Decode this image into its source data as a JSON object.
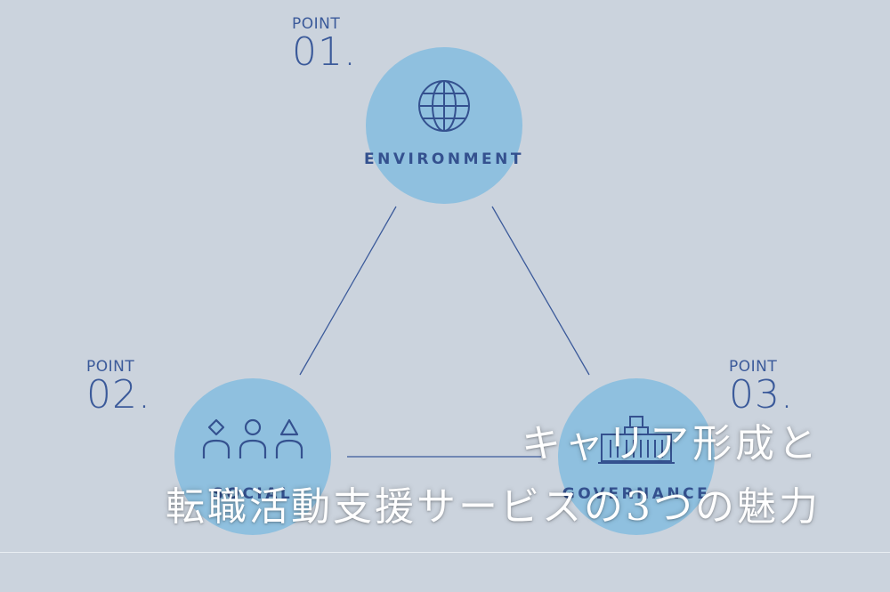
{
  "points": [
    {
      "label": "POINT",
      "number": "01.",
      "name": "ENVIRONMENT",
      "icon": "globe-icon"
    },
    {
      "label": "POINT",
      "number": "02.",
      "name": "SOCIAL",
      "icon": "people-icon"
    },
    {
      "label": "POINT",
      "number": "03.",
      "name": "GOVERNANCE",
      "icon": "building-icon"
    }
  ],
  "title": {
    "line1": "キャリア形成と",
    "line2": "転職活動支援サービスの3つの魅力"
  },
  "colors": {
    "background": "#cbd3dd",
    "circle": "#8fc0df",
    "accent": "#3b5a9a",
    "title_text": "#ffffff"
  }
}
